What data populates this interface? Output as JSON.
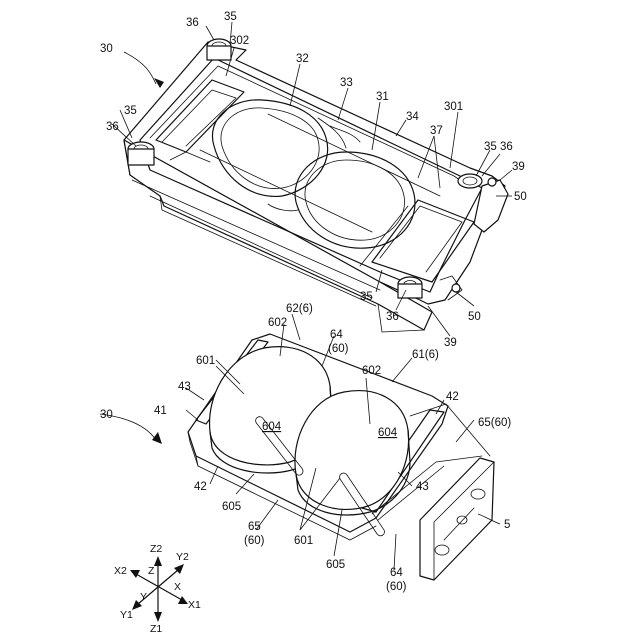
{
  "figure": {
    "labels": {
      "l30a": "30",
      "l302": "302",
      "l36a": "36",
      "l35a": "35",
      "l32": "32",
      "l33": "33",
      "l31": "31",
      "l301": "301",
      "l34": "34",
      "l37": "37",
      "l35b": "35",
      "l36b": "36",
      "l39a": "39",
      "l50a": "50",
      "l35c": "35",
      "l36c": "36",
      "l50b": "50",
      "l35d": "35",
      "l36d": "36",
      "l39b": "39",
      "l626": "62(6)",
      "l602a": "602",
      "l6460a": "64",
      "l6460a2": "(60)",
      "l616": "61(6)",
      "l601a": "601",
      "l602b": "602",
      "l43a": "43",
      "l42a": "42",
      "l30b": "30",
      "l41": "41",
      "l604a": "604",
      "l604b": "604",
      "l6560a": "65(60)",
      "l42b": "42",
      "l43b": "43",
      "l605a": "605",
      "l5": "5",
      "l65b": "65",
      "l60b": "(60)",
      "l601b": "601",
      "l605b": "605",
      "l64c": "64",
      "l60c": "(60)"
    },
    "axes": {
      "z2": "Z2",
      "y2": "Y2",
      "x2": "X2",
      "z": "Z",
      "x": "X",
      "y": "Y",
      "y1": "Y1",
      "z1": "Z1",
      "x1": "X1"
    }
  }
}
